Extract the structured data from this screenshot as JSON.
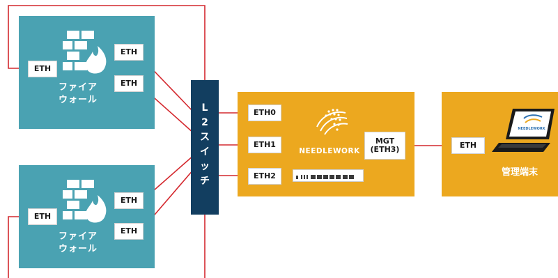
{
  "firewall_top": {
    "left_port": "ETH",
    "port_a": "ETH",
    "port_b": "ETH",
    "label_line1": "ファイア",
    "label_line2": "ウォール"
  },
  "firewall_bottom": {
    "left_port": "ETH",
    "port_a": "ETH",
    "port_b": "ETH",
    "label_line1": "ファイア",
    "label_line2": "ウォール"
  },
  "switch": {
    "chars": [
      "L",
      "2",
      "ス",
      "イ",
      "ッ",
      "チ"
    ]
  },
  "needlework": {
    "brand": "NEEDLEWORK",
    "ports": [
      "ETH0",
      "ETH1",
      "ETH2"
    ],
    "mgt_line1": "MGT",
    "mgt_line2": "(ETH3)"
  },
  "management": {
    "port": "ETH",
    "label": "管理端末",
    "screen_text": "NEEDLEWORK"
  },
  "colors": {
    "firewall": "#4aa2b2",
    "needlework": "#eca81f",
    "switch": "#123e60",
    "link": "#d4282e"
  }
}
